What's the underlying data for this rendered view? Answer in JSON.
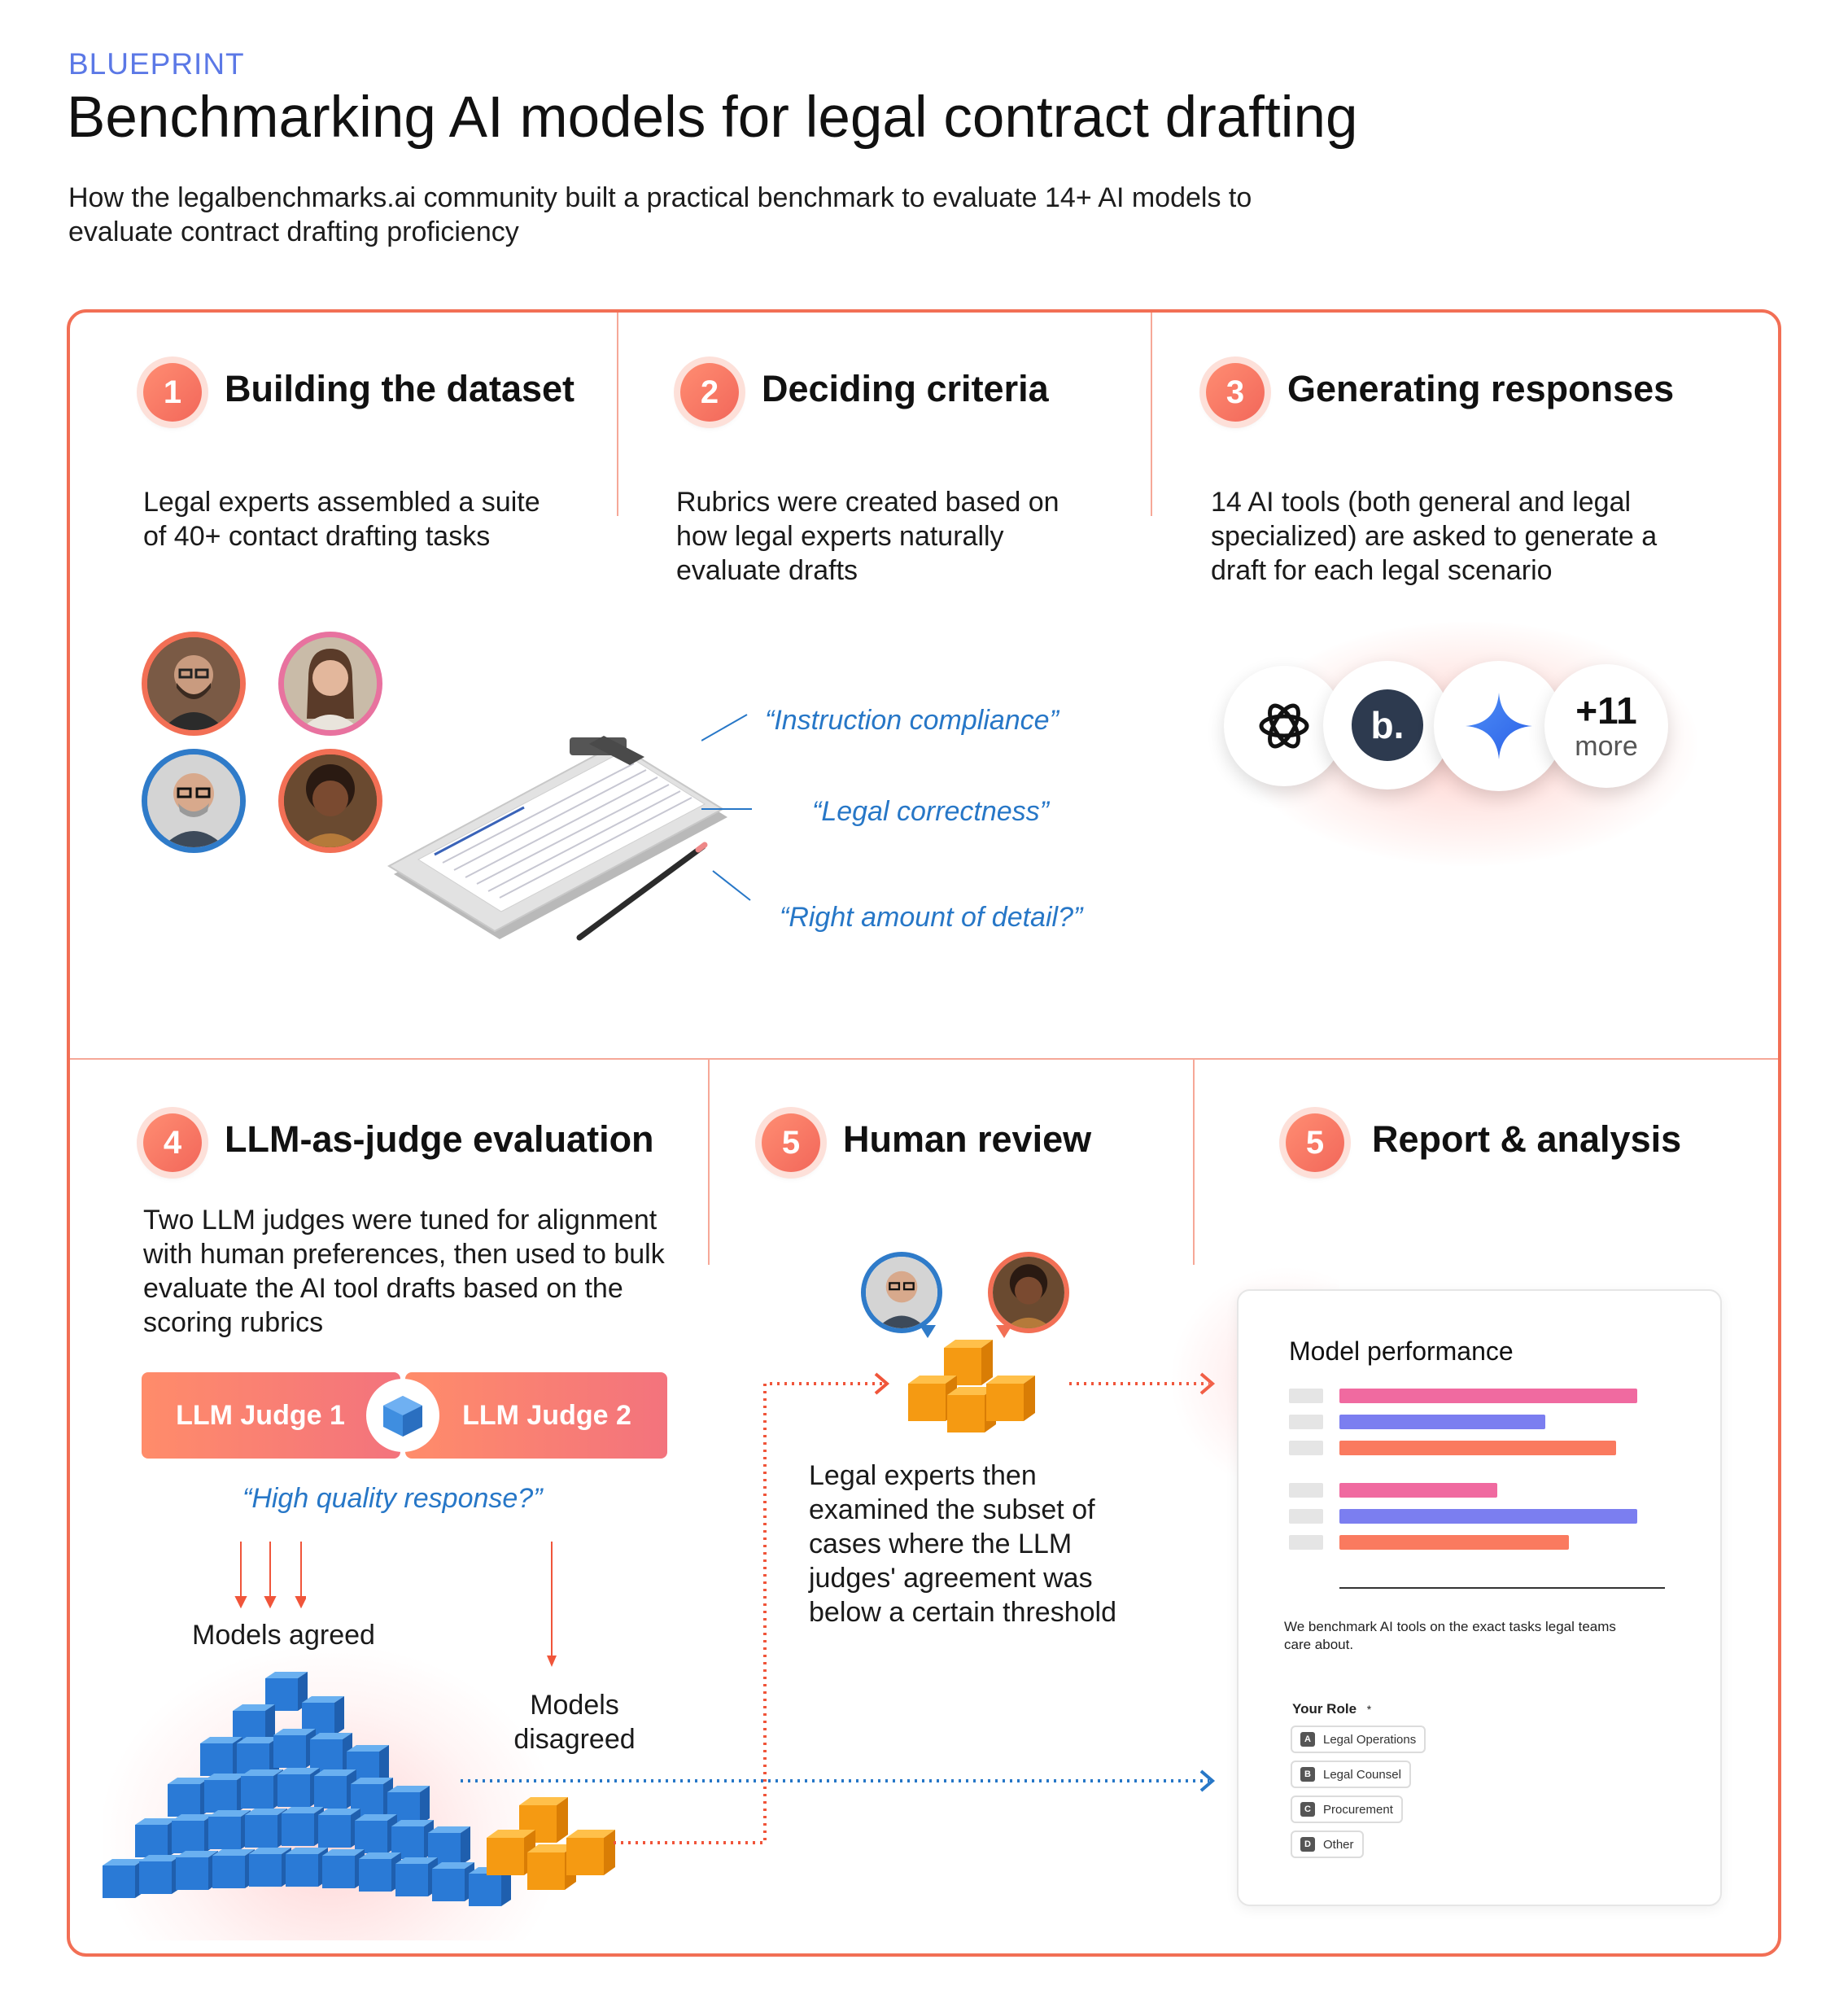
{
  "header": {
    "eyebrow": "BLUEPRINT",
    "title": "Benchmarking AI models for legal contract drafting",
    "subtitle": "How the legalbenchmarks.ai community built a practical benchmark to evaluate 14+ AI models to evaluate contract drafting proficiency"
  },
  "steps": [
    {
      "number": "1",
      "title": "Building the dataset",
      "description": "Legal experts assembled a suite of 40+ contact drafting tasks"
    },
    {
      "number": "2",
      "title": "Deciding criteria",
      "description": "Rubrics were created based on how legal experts naturally evaluate drafts"
    },
    {
      "number": "3",
      "title": "Generating responses",
      "description": "14 AI tools (both general and legal specialized) are asked to generate a draft for each legal scenario"
    },
    {
      "number": "4",
      "title": "LLM-as-judge evaluation",
      "description": "Two LLM judges were tuned for alignment with human preferences, then used to bulk evaluate the AI tool drafts based on the scoring rubrics"
    },
    {
      "number": "5",
      "title": "Human review",
      "description": "Legal experts then examined the subset of cases where the LLM judges' agreement was below a certain threshold"
    },
    {
      "number": "5",
      "title": "Report & analysis",
      "description": ""
    }
  ],
  "criteria_quotes": [
    "“Instruction compliance”",
    "“Legal correctness”",
    "“Right amount of detail?”"
  ],
  "tools": {
    "logos": [
      "openai-icon",
      "b-icon",
      "gemini-sparkle-icon"
    ],
    "b_letter": "b.",
    "more_count": "+11",
    "more_label": "more"
  },
  "judges": {
    "judge1": "LLM Judge 1",
    "judge2": "LLM Judge 2",
    "question": "“High quality response?”",
    "agreed_label": "Models agreed",
    "disagreed_label": "Models disagreed"
  },
  "report_card": {
    "title": "Model performance",
    "bar_groups": [
      [
        {
          "value": 1.0,
          "color": "#f06aa0"
        },
        {
          "value": 0.69,
          "color": "#7b7ef0"
        },
        {
          "value": 0.93,
          "color": "#fa7a5f"
        }
      ],
      [
        {
          "value": 0.53,
          "color": "#f06aa0"
        },
        {
          "value": 1.0,
          "color": "#7b7ef0"
        },
        {
          "value": 0.77,
          "color": "#fa7a5f"
        }
      ]
    ],
    "tagline": "We benchmark AI tools on the exact tasks legal teams care about.",
    "role_label": "Your Role",
    "required_mark": "*",
    "options": [
      {
        "key": "A",
        "label": "Legal Operations"
      },
      {
        "key": "B",
        "label": "Legal Counsel"
      },
      {
        "key": "C",
        "label": "Procurement"
      },
      {
        "key": "D",
        "label": "Other"
      }
    ]
  },
  "colors": {
    "accent": "#f26f55",
    "blue_text": "#2777c7",
    "eyebrow": "#5b78e6"
  }
}
